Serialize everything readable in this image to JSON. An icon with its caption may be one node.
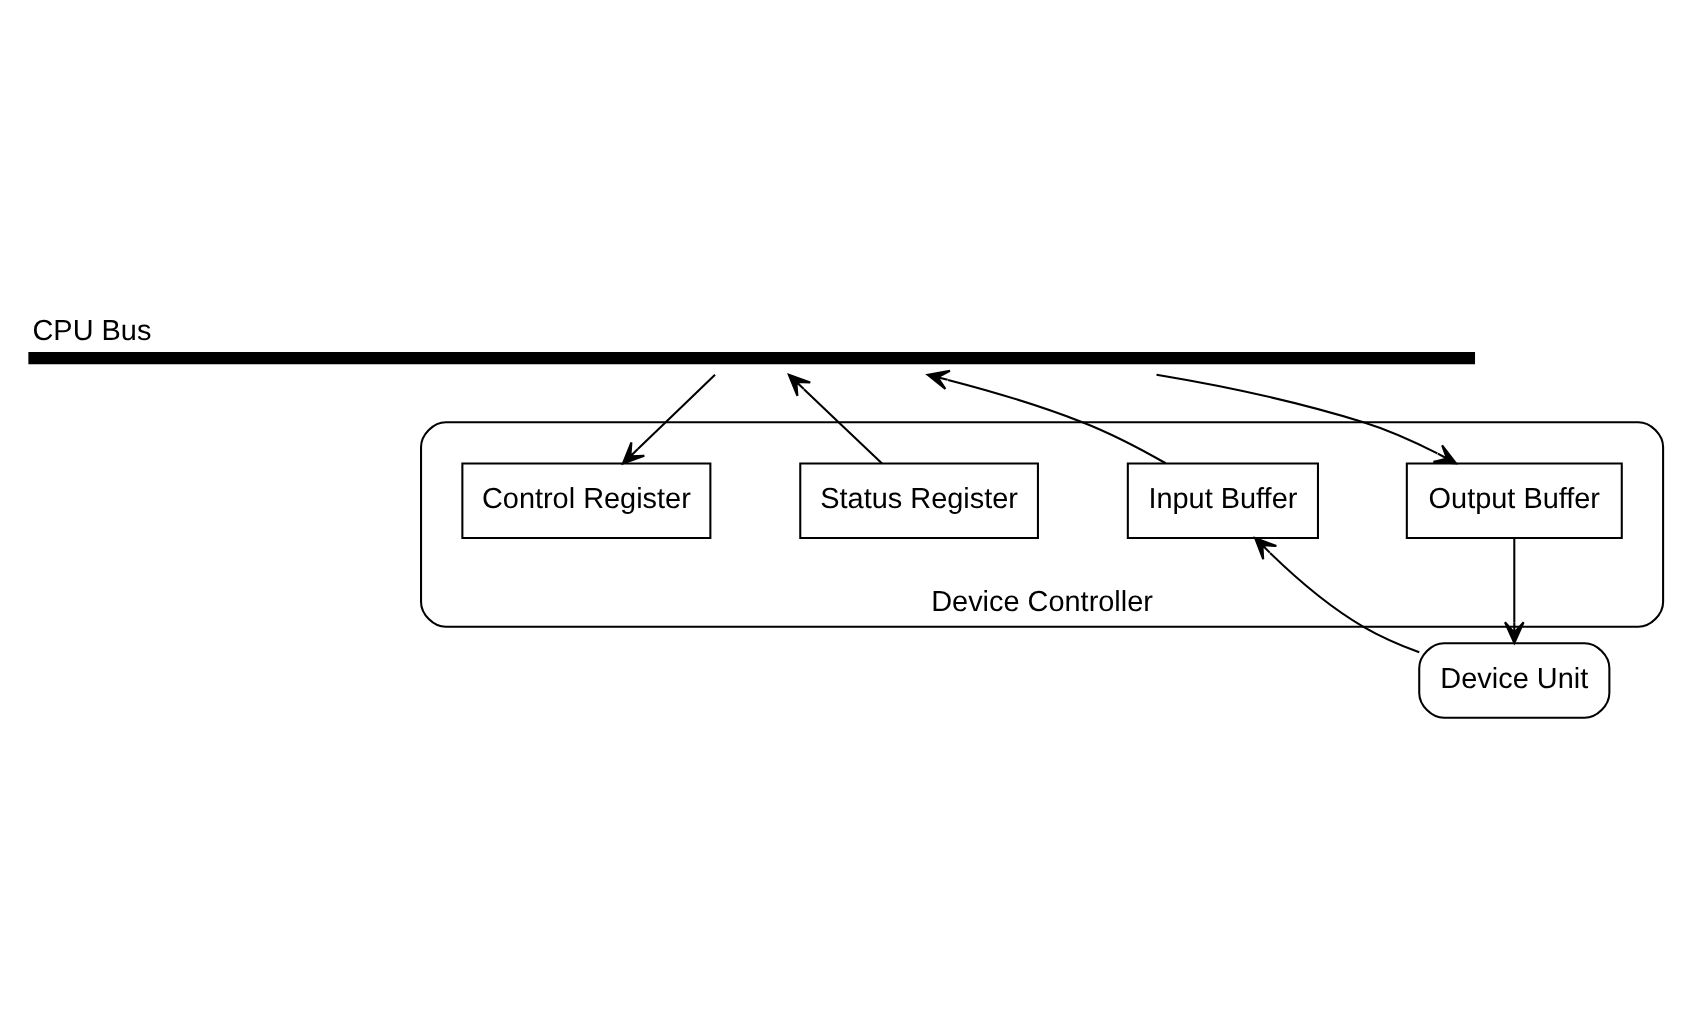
{
  "diagram": {
    "nodes": [
      {
        "text": [
          "CPU Bus"
        ]
      },
      {
        "text": [
          "Device Controller"
        ]
      },
      {
        "text": [
          "Control Register"
        ],
        "in": 1
      },
      {
        "text": [
          "Status Register"
        ],
        "in": 1
      },
      {
        "text": [
          "Input Buffer"
        ],
        "in": 1
      },
      {
        "text": [
          "Output Buffer"
        ],
        "in": 1
      },
      {
        "text": [
          "Device Unit"
        ]
      }
    ],
    "edges": [
      {
        "from": 0,
        "to": 2,
        "arrow": "to"
      },
      {
        "from": 3,
        "to": 0,
        "arrow": "to"
      },
      {
        "from": 4,
        "to": 0,
        "arrow": "to"
      },
      {
        "from": 0,
        "to": 5,
        "arrow": "to"
      },
      {
        "from": 6,
        "to": 4,
        "arrow": "to"
      },
      {
        "from": 5,
        "to": 6,
        "arrow": "to"
      }
    ]
  }
}
